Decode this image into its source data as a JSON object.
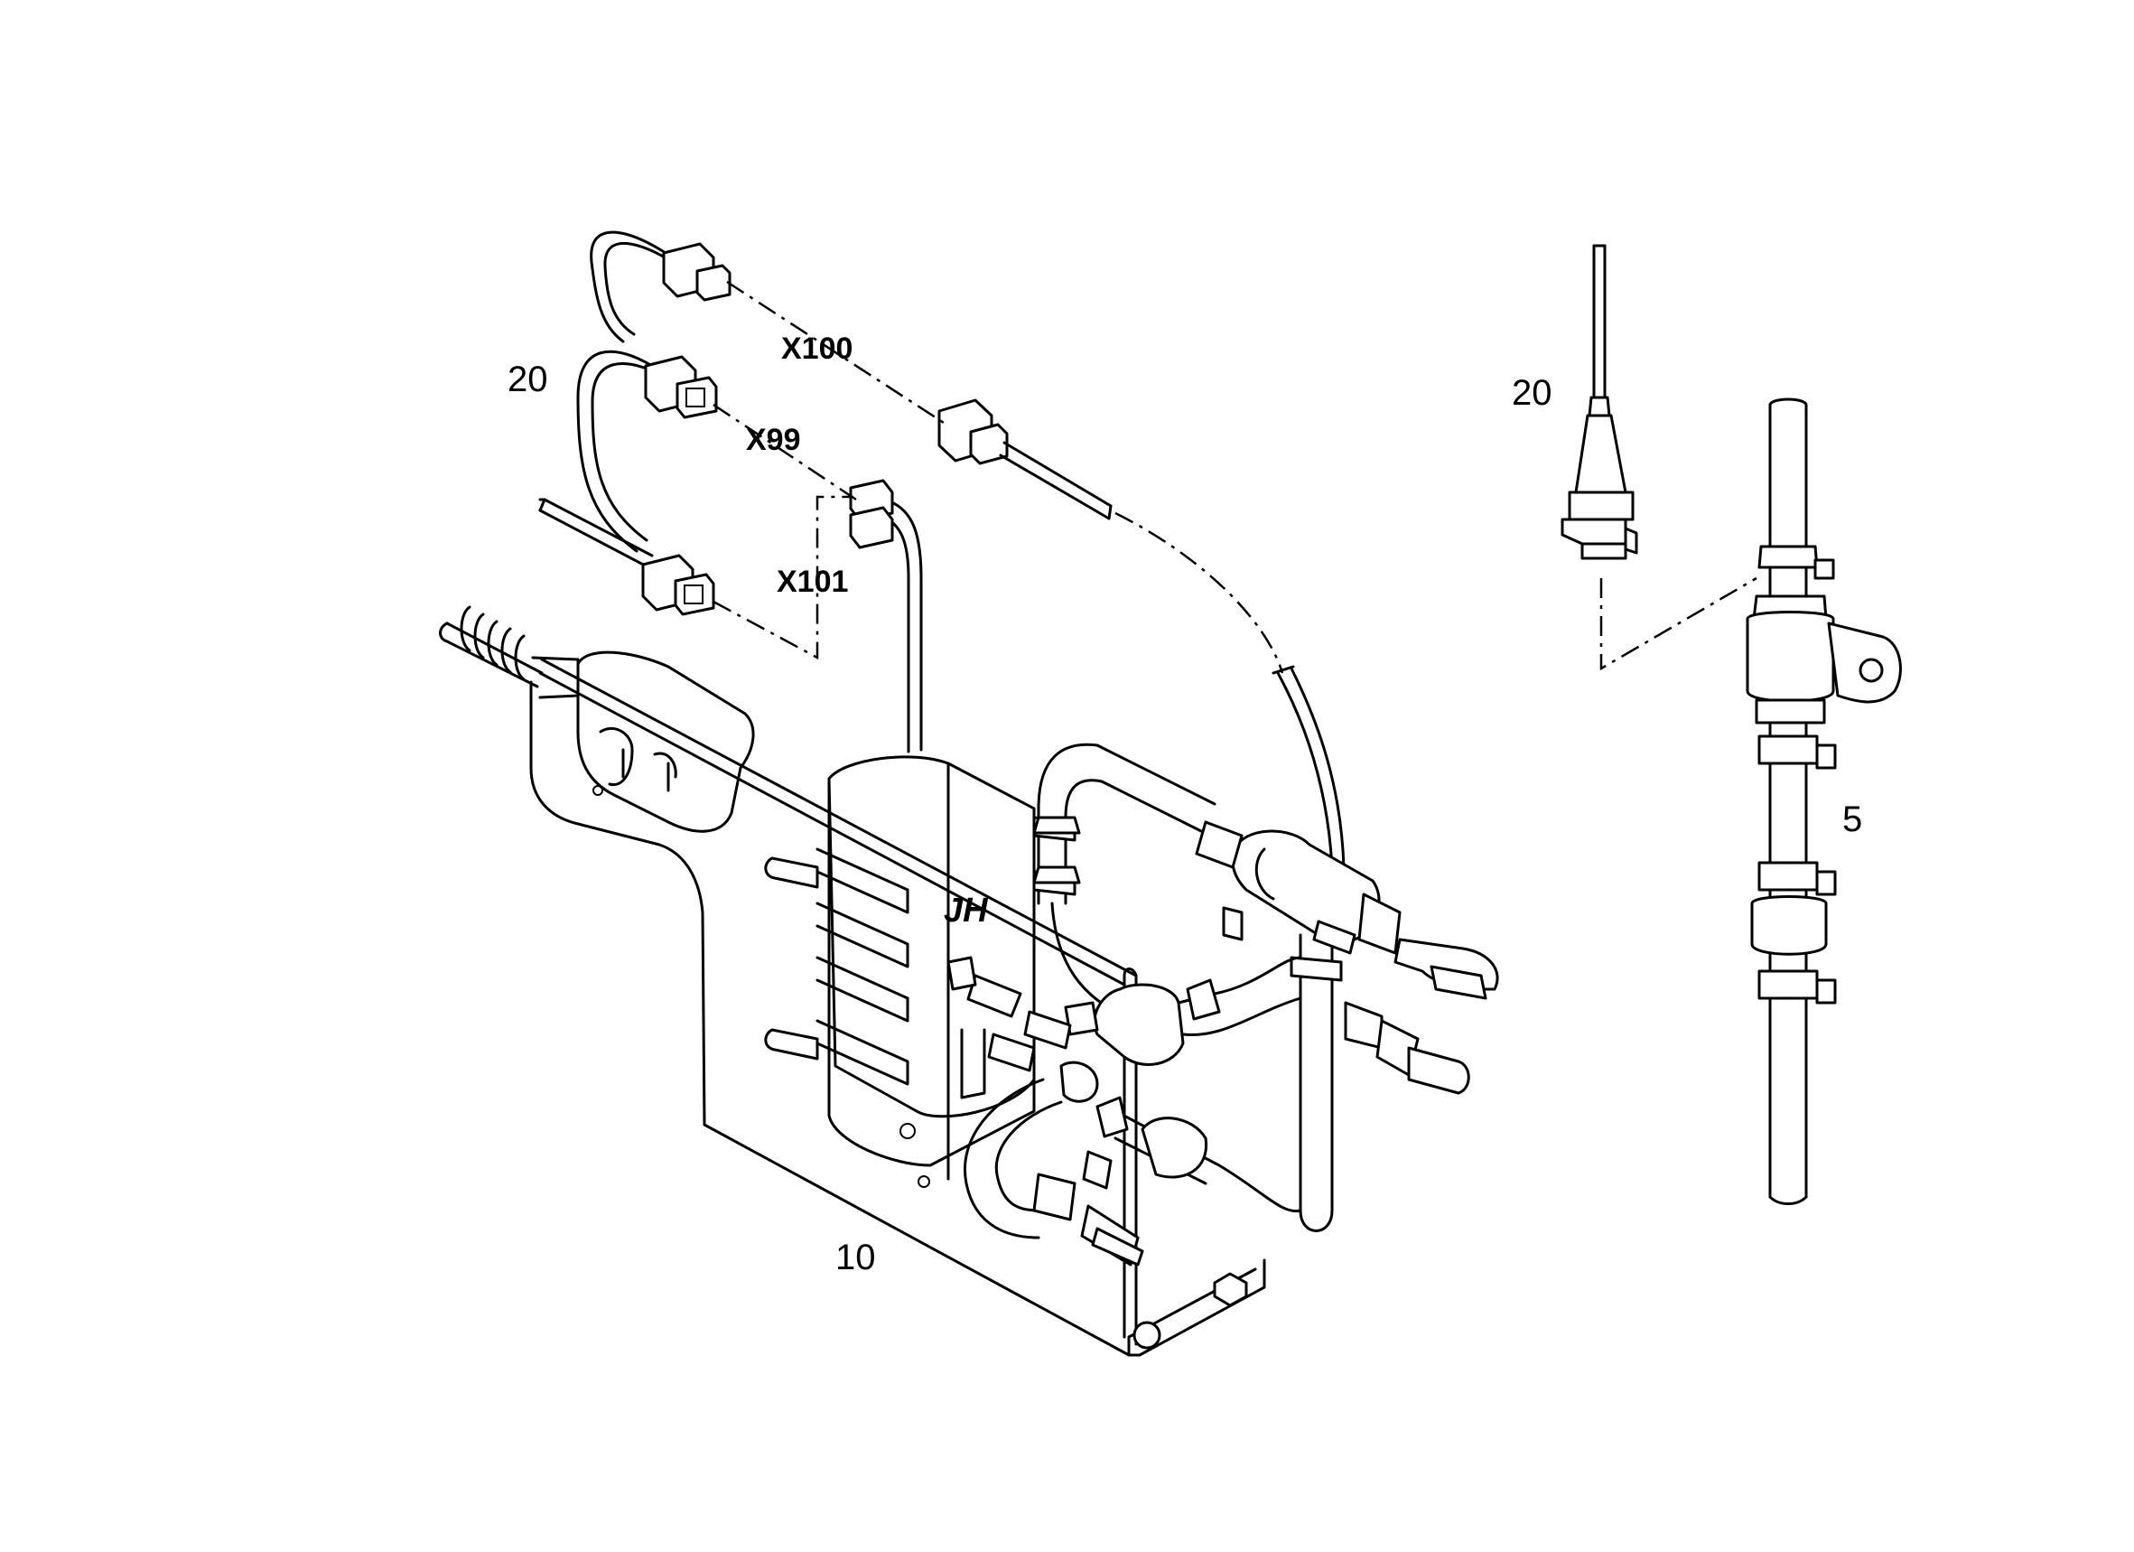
{
  "diagram": {
    "labels": {
      "harness_left": "20",
      "harness_right": "20",
      "heater_unit": "10",
      "coolant_pipe": "5"
    },
    "connectors": {
      "x100": "X100",
      "x99": "X99",
      "x101": "X101"
    }
  }
}
